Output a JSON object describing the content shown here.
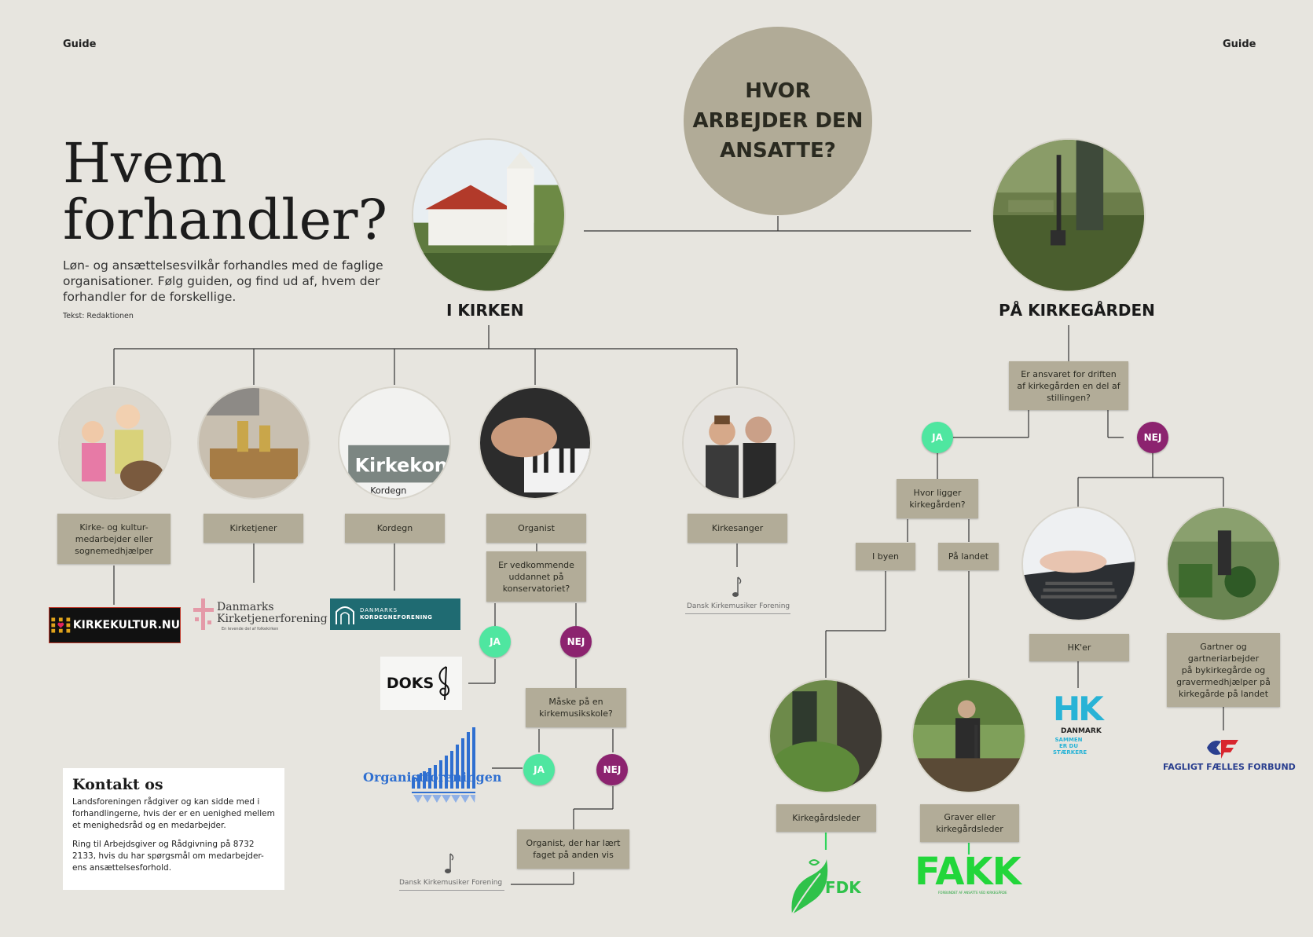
{
  "header": {
    "guide_left": "Guide",
    "guide_right": "Guide"
  },
  "intro": {
    "title_line1": "Hvem",
    "title_line2": "forhandler?",
    "body": "Løn- og ansættelsesvilkår forhandles med de faglige organisationer. Følg guiden, og find ud af, hvem der forhandler for de forskellige.",
    "credit": "Tekst: Redaktionen"
  },
  "center_question": "HVOR\nARBEJDER DEN\nANSATTE?",
  "branches": {
    "left": "I KIRKEN",
    "right": "PÅ KIRKEGÅRDEN"
  },
  "roles": {
    "kirke_kultur": "Kirke- og kultur-\nmedarbejder eller\nsognemedhjælper",
    "kirketjener": "Kirketjener",
    "kordegn": "Kordegn",
    "organist": "Organist",
    "kirkesanger": "Kirkesanger"
  },
  "organist_flow": {
    "q1": "Er vedkommende\nuddannet på\nkonservatoriet?",
    "q2": "Måske på en\nkirkemusikskole?",
    "other": "Organist, der har lært\nfaget på anden vis"
  },
  "yes": "JA",
  "no": "NEJ",
  "kirkegaard_flow": {
    "q1": "Er ansvaret for driften\naf kirkegården en del af\nstillingen?",
    "q2": "Hvor ligger\nkirkegården?",
    "city": "I byen",
    "country": "På landet",
    "leder": "Kirkegårdsleder",
    "graver": "Graver eller\nkirkegårdsleder",
    "hk": "HK'er",
    "gartner": "Gartner og\ngartneriarbejder\npå bykirkegårde og\ngravermedhjælper på\nkirkegårde på landet"
  },
  "logos": {
    "kirkekultur": "KIRKEKULTUR.NU",
    "kirketjener_line1": "Danmarks",
    "kirketjener_line2": "Kirketjenerforening",
    "kirketjener_tag": "En levende del af folkekirken",
    "kordegn_line1": "DANMARKS",
    "kordegn_line2": "KORDEGNEFORENING",
    "doks": "DOKS",
    "organistforeningen": "Organistforeningen",
    "dkf": "Dansk Kirkemusiker Forening",
    "dkf2": "Dansk Kirkemusiker Forening",
    "hk_main": "HK",
    "hk_sub": "DANMARK",
    "hk_tag": "SAMMEN\nER DU\nSTÆRKERE",
    "fdk": "FDK",
    "fakk": "FAKK",
    "fakk_tag": "FORBUNDET AF ANSATTE VED KIRKEGÅRDE",
    "3f": "FAGLIGT FÆLLES FORBUND",
    "kirkekon": "Kirkekon",
    "kordegn_sign": "Kordegn"
  },
  "contact": {
    "title": "Kontakt os",
    "p1": "Landsforeningen rådgiver og kan sidde med i forhandlingerne, hvis der er en uenighed mellem et menighedsråd og en medarbejder.",
    "p2": "Ring til Arbejdsgiver og Rådgivning på 8732 2133, hvis du har spørgsmål om medarbejder-ens ansættelsesforhold."
  },
  "colors": {
    "background": "#e7e5df",
    "box": "#b2ac98",
    "yes": "#4fe6a0",
    "no": "#8c236f",
    "hk": "#28b3d6",
    "fakk": "#22d63a",
    "fdk": "#2fc24a"
  }
}
